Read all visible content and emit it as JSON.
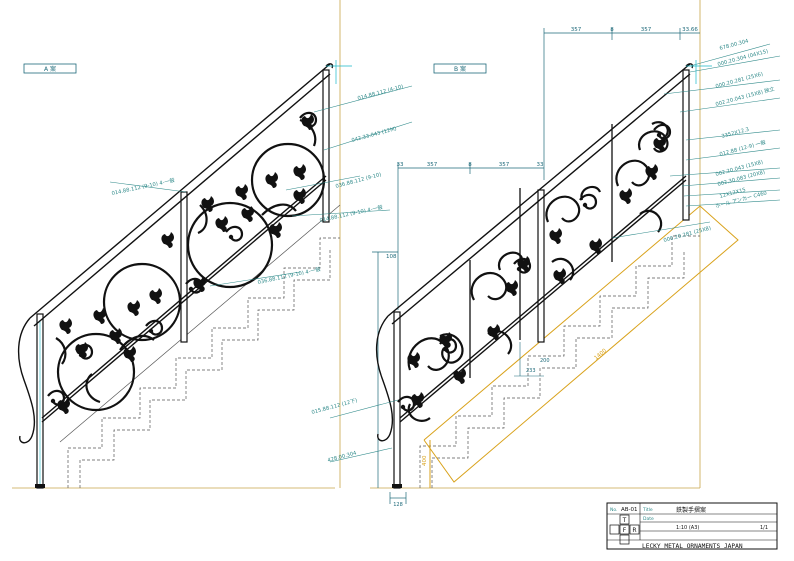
{
  "views": {
    "a": {
      "label": "A 案"
    },
    "b": {
      "label": "B 案"
    }
  },
  "dimensions": {
    "a_top_left": "357",
    "a_top_mid": "8",
    "a_top_right": "357",
    "a_top_end": "33.66",
    "b_left": "357",
    "b_mid": "8",
    "b_right": "357",
    "b_mark_left": "33",
    "b_mark_right": "33",
    "b_vertical": "108",
    "b_base": "128",
    "b_foot": "233",
    "b_small": "200",
    "b_side": "400",
    "b_diag": "1400"
  },
  "callouts_a": [
    "014.88.112 (4-10)",
    "042.33.043 (12M)",
    "014.88.112 (9-10) 4-一般",
    "036.88.112 (9-10)",
    "014.88.112 (9-10) 4-一般",
    "036.88.112 (9-10) 4-一般"
  ],
  "callouts_b": [
    "678.00.304",
    "000.20.304 (04X15)",
    "000.20.281 (25X6)",
    "002.20.043 (15X8) 独立",
    "3352X12.3",
    "012.88 (12-9) 一般",
    "002.20.043 (15X8)",
    "002.30.083 (20X8)",
    "12X12X15",
    "ホール アンカー C460",
    "000.20.281 (25X8)",
    "015.88.112 (12下)",
    "428.00.304"
  ],
  "title_block": {
    "number_label": "No.",
    "number": "AB-01",
    "title_label": "Title",
    "title": "鉄製手摺案",
    "date_label": "Date",
    "scale": "1:10 (A3)",
    "sheet": "1/1",
    "projection_letters": [
      "T",
      "F",
      "R"
    ],
    "company": "LECKY METAL ORNAMENTS JAPAN"
  },
  "colors": {
    "ink": "#111111",
    "dimension": "#1e6a7a",
    "leader": "#2f8a8a",
    "stair": "#d9a21b",
    "cyan": "#18b8c8"
  }
}
